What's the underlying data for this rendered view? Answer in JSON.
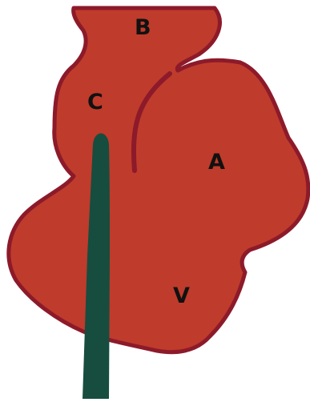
{
  "labels": {
    "b": "B",
    "c": "C",
    "a": "A",
    "v": "V"
  },
  "colors": {
    "fill": "#bf3b2b",
    "outline": "#8c1a2a",
    "probe": "#164d3f",
    "background": "#ffffff",
    "text": "#111111"
  }
}
